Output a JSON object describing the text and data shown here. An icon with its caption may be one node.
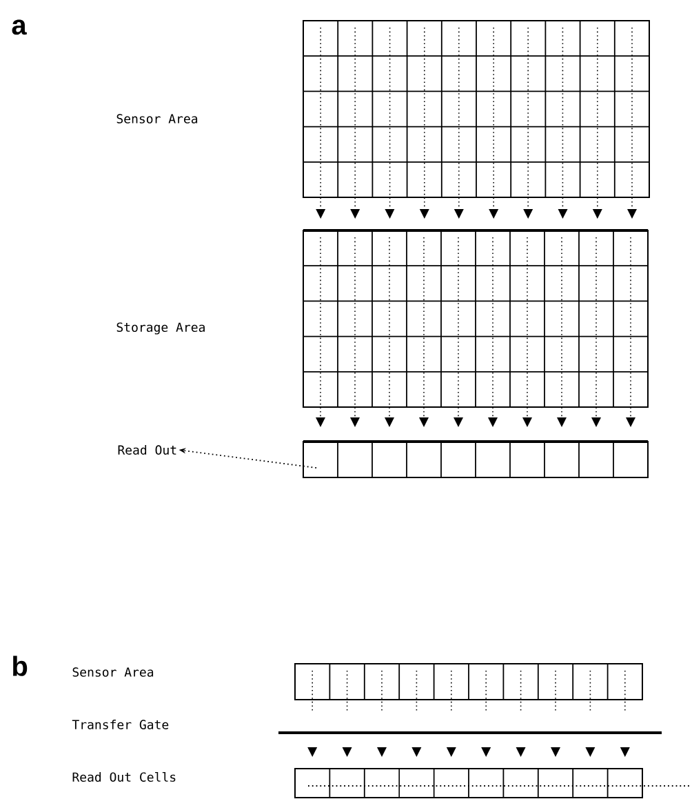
{
  "diagram": {
    "nodes": [
      {
        "text": [
          "Read Out"
        ]
      },
      {
        "text": [],
        "shape": "box"
      },
      {
        "text": [],
        "shape": "box"
      }
    ],
    "edges": [
      {
        "from": 1,
        "to": 0,
        "arrow": "to",
        "style": "dashed"
      },
      {
        "from": 2,
        "to": null,
        "arrow": "none",
        "style": "dashed"
      }
    ],
    "labels": [
      "a",
      "Sensor Area",
      "Storage Area",
      "b",
      "Sensor Area",
      "Transfer Gate",
      "Read Out Cells"
    ]
  }
}
